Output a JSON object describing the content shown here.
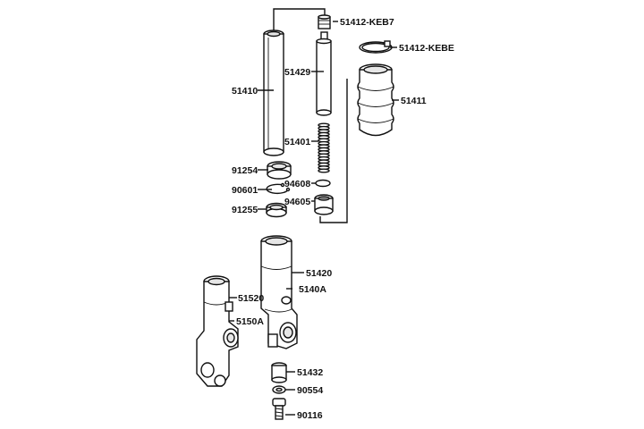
{
  "labels": {
    "p51412_keb7": "51412-KEB7",
    "p51412_kebe": "51412-KEBE",
    "p51429": "51429",
    "p51410": "51410",
    "p51411": "51411",
    "p51401": "51401",
    "p91254": "91254",
    "p94608": "94608",
    "p90601": "90601",
    "p94605": "94605",
    "p91255": "91255",
    "p51420": "51420",
    "p51520": "51520",
    "p5140A": "5140A",
    "p5150A": "5150A",
    "p51432": "51432",
    "p90554": "90554",
    "p90116": "90116"
  },
  "colors": {
    "line": "#111111",
    "fill": "#ffffff",
    "shade": "#e6e6e6",
    "dark": "#777777"
  }
}
